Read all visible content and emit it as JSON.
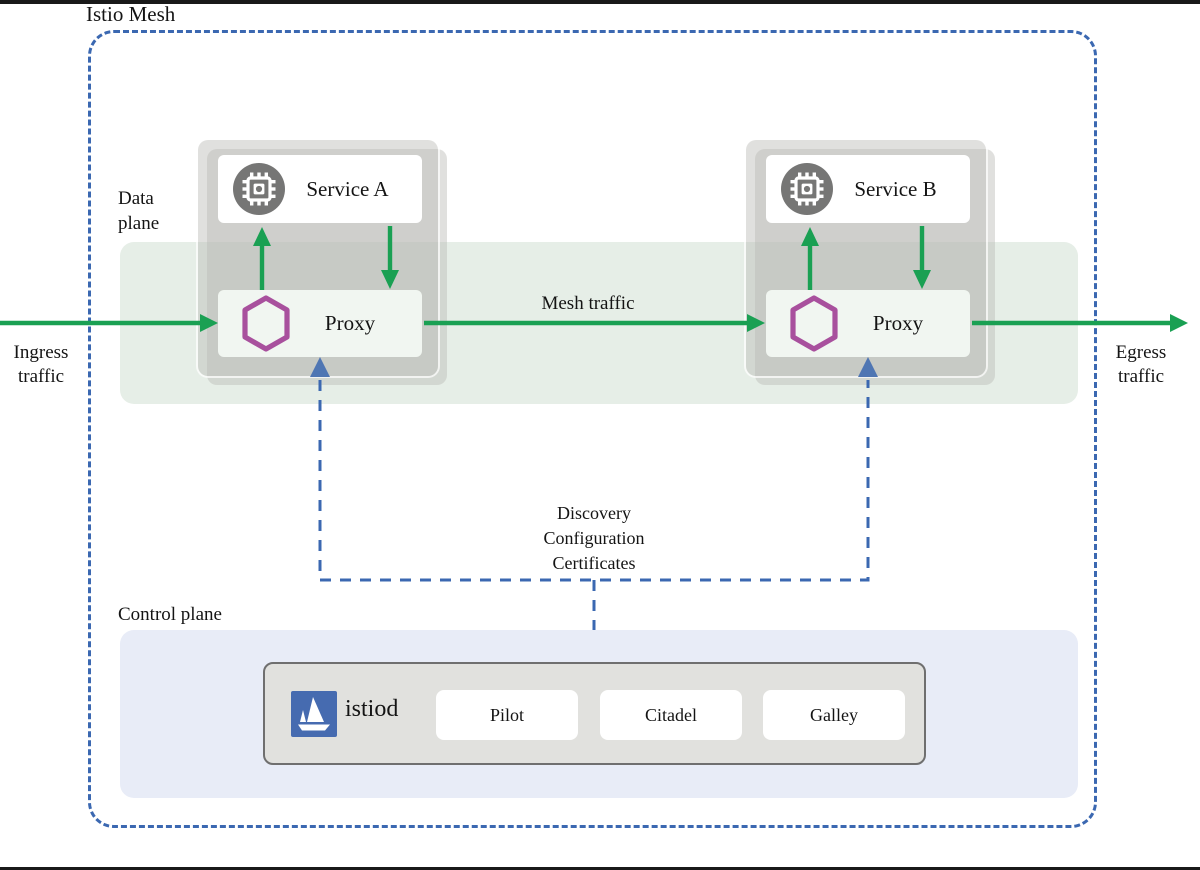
{
  "page": {
    "title": "Istio Mesh"
  },
  "planes": {
    "data_plane_label": "Data plane",
    "control_plane_label": "Control plane"
  },
  "services": [
    {
      "name": "Service A",
      "proxy": "Proxy"
    },
    {
      "name": "Service B",
      "proxy": "Proxy"
    }
  ],
  "traffic": {
    "ingress": "Ingress traffic",
    "egress": "Egress traffic",
    "mesh": "Mesh traffic"
  },
  "control_channel": {
    "lines": [
      "Discovery",
      "Configuration",
      "Certificates"
    ]
  },
  "istiod": {
    "name": "istiod",
    "components": [
      "Pilot",
      "Citadel",
      "Galley"
    ]
  },
  "icons": {
    "service": "chip-icon",
    "proxy": "hexagon-icon",
    "istiod": "sailboat-icon"
  },
  "colors": {
    "arrow_green": "#1aa053",
    "dashed_blue": "#3b68b1",
    "arrowhead_blue": "#4f76b3",
    "hexagon_magenta": "#a8509d",
    "istio_logo_blue": "#466bb0",
    "service_icon_gray": "#767675",
    "data_plane_band": "#e6eee7",
    "control_plane_bg": "#e8ecf7"
  }
}
